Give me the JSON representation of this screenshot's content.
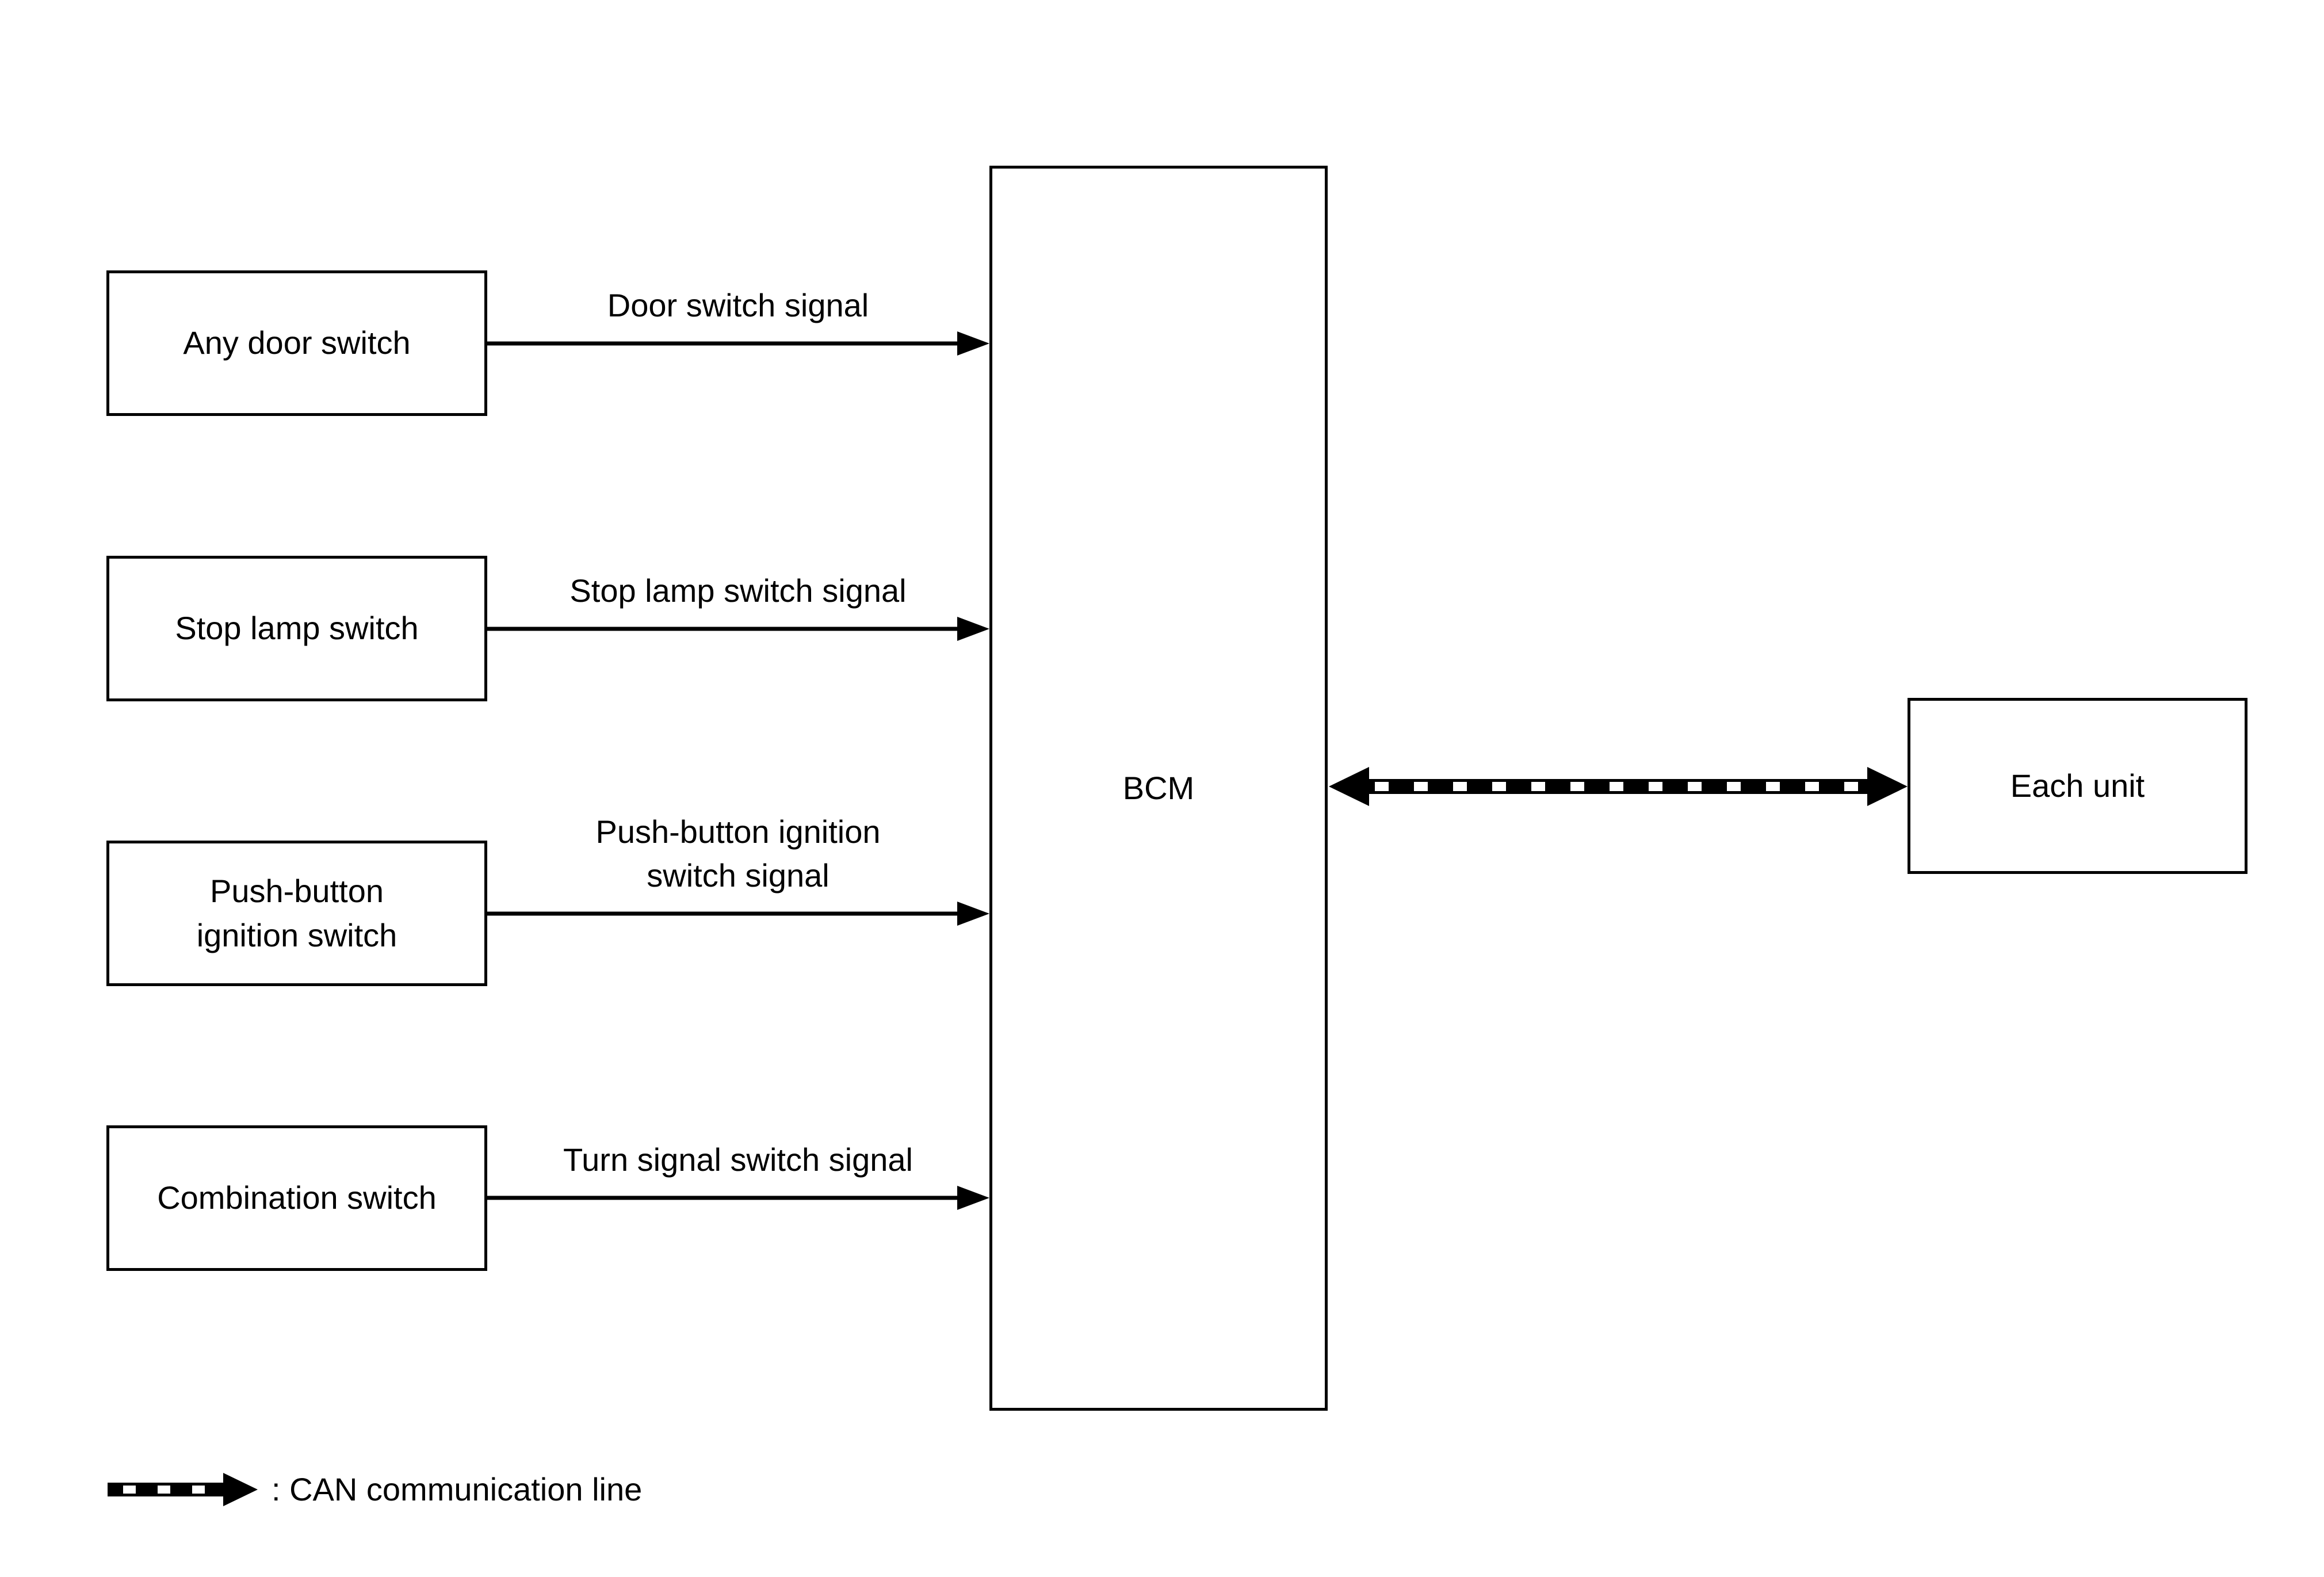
{
  "diagram": {
    "inputs": [
      {
        "box": "Any door switch",
        "signal": "Door switch signal"
      },
      {
        "box": "Stop lamp switch",
        "signal": "Stop lamp switch signal"
      },
      {
        "box": "Push-button\nignition switch",
        "signal": "Push-button ignition\nswitch signal"
      },
      {
        "box": "Combination switch",
        "signal": "Turn signal switch signal"
      }
    ],
    "controller": {
      "label": "BCM"
    },
    "target": {
      "label": "Each unit"
    },
    "legend": {
      "label": ": CAN communication line"
    },
    "colors": {
      "line": "#000000",
      "background": "#ffffff",
      "text": "#000000"
    }
  }
}
